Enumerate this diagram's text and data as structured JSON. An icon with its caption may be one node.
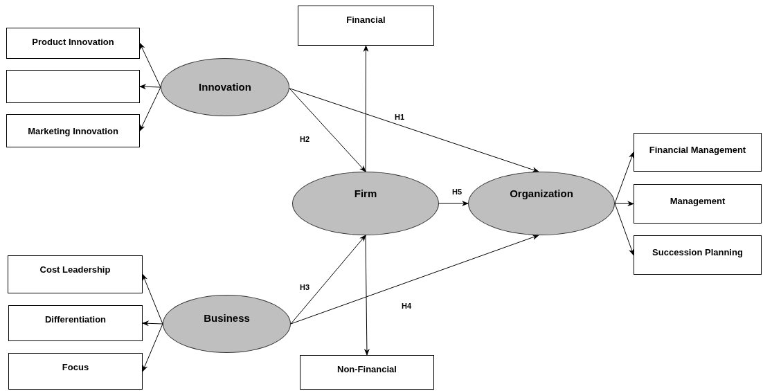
{
  "diagram": {
    "nodes": [
      {
        "text": [
          "Product Innovation"
        ]
      },
      {
        "text": [],
        "shape": "box"
      },
      {
        "text": [
          "Marketing Innovation"
        ]
      },
      {
        "text": [
          "Innovation"
        ]
      },
      {
        "text": [
          "Financial"
        ]
      },
      {
        "text": [
          "Firm"
        ]
      },
      {
        "text": [
          "Organization"
        ]
      },
      {
        "text": [
          "Financial Management"
        ]
      },
      {
        "text": [
          "Management"
        ]
      },
      {
        "text": [
          "Succession Planning"
        ]
      },
      {
        "text": [
          "Cost Leadership"
        ]
      },
      {
        "text": [
          "Differentiation"
        ]
      },
      {
        "text": [
          "Focus"
        ]
      },
      {
        "text": [
          "Business"
        ]
      },
      {
        "text": [
          "Non-Financial"
        ]
      }
    ],
    "edges": [
      {
        "from": 3,
        "to": 0,
        "arrow": "to"
      },
      {
        "from": 3,
        "to": 1,
        "arrow": "to"
      },
      {
        "from": 3,
        "to": 2,
        "arrow": "to"
      },
      {
        "from": 3,
        "to": 6,
        "arrow": "to",
        "label": "H1"
      },
      {
        "from": 3,
        "to": 5,
        "arrow": "to",
        "label": "H2"
      },
      {
        "from": 5,
        "to": 4,
        "arrow": "to"
      },
      {
        "from": 5,
        "to": 14,
        "arrow": "to"
      },
      {
        "from": 13,
        "to": 5,
        "arrow": "to",
        "label": "H3"
      },
      {
        "from": 13,
        "to": 6,
        "arrow": "to",
        "label": "H4"
      },
      {
        "from": 5,
        "to": 6,
        "arrow": "to",
        "label": "H5"
      },
      {
        "from": 6,
        "to": 7,
        "arrow": "to"
      },
      {
        "from": 6,
        "to": 8,
        "arrow": "to"
      },
      {
        "from": 6,
        "to": 9,
        "arrow": "to"
      },
      {
        "from": 13,
        "to": 10,
        "arrow": "to"
      },
      {
        "from": 13,
        "to": 11,
        "arrow": "to"
      },
      {
        "from": 13,
        "to": 12,
        "arrow": "to"
      }
    ]
  }
}
